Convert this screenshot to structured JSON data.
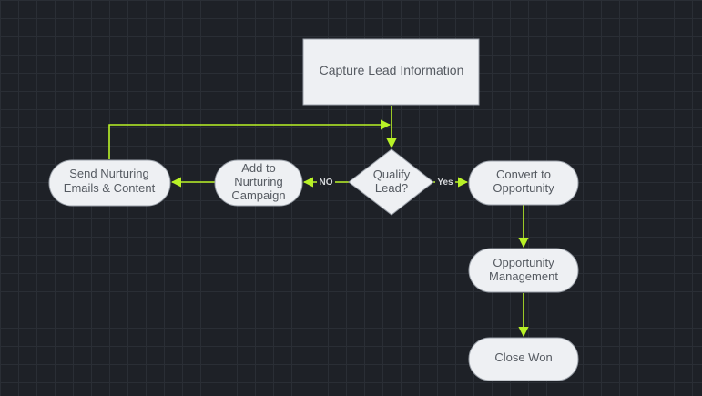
{
  "colors": {
    "background": "#1e2127",
    "grid": "#2a2e35",
    "node_fill": "#eef0f3",
    "node_stroke": "#9aa0a8",
    "node_text": "#555a61",
    "connector": "#b9f227",
    "edge_label": "#d6d8db"
  },
  "nodes": {
    "capture_lead": "Capture Lead Information",
    "qualify_lead": [
      "Qualify",
      "Lead?"
    ],
    "convert_opportunity": [
      "Convert to",
      "Opportunity"
    ],
    "opportunity_management": [
      "Opportunity",
      "Management"
    ],
    "close_won": "Close Won",
    "add_nurturing": [
      "Add to",
      "Nurturing",
      "Campaign"
    ],
    "send_nurturing": [
      "Send Nurturing",
      "Emails & Content"
    ]
  },
  "edges": {
    "yes_label": "Yes",
    "no_label": "NO"
  }
}
